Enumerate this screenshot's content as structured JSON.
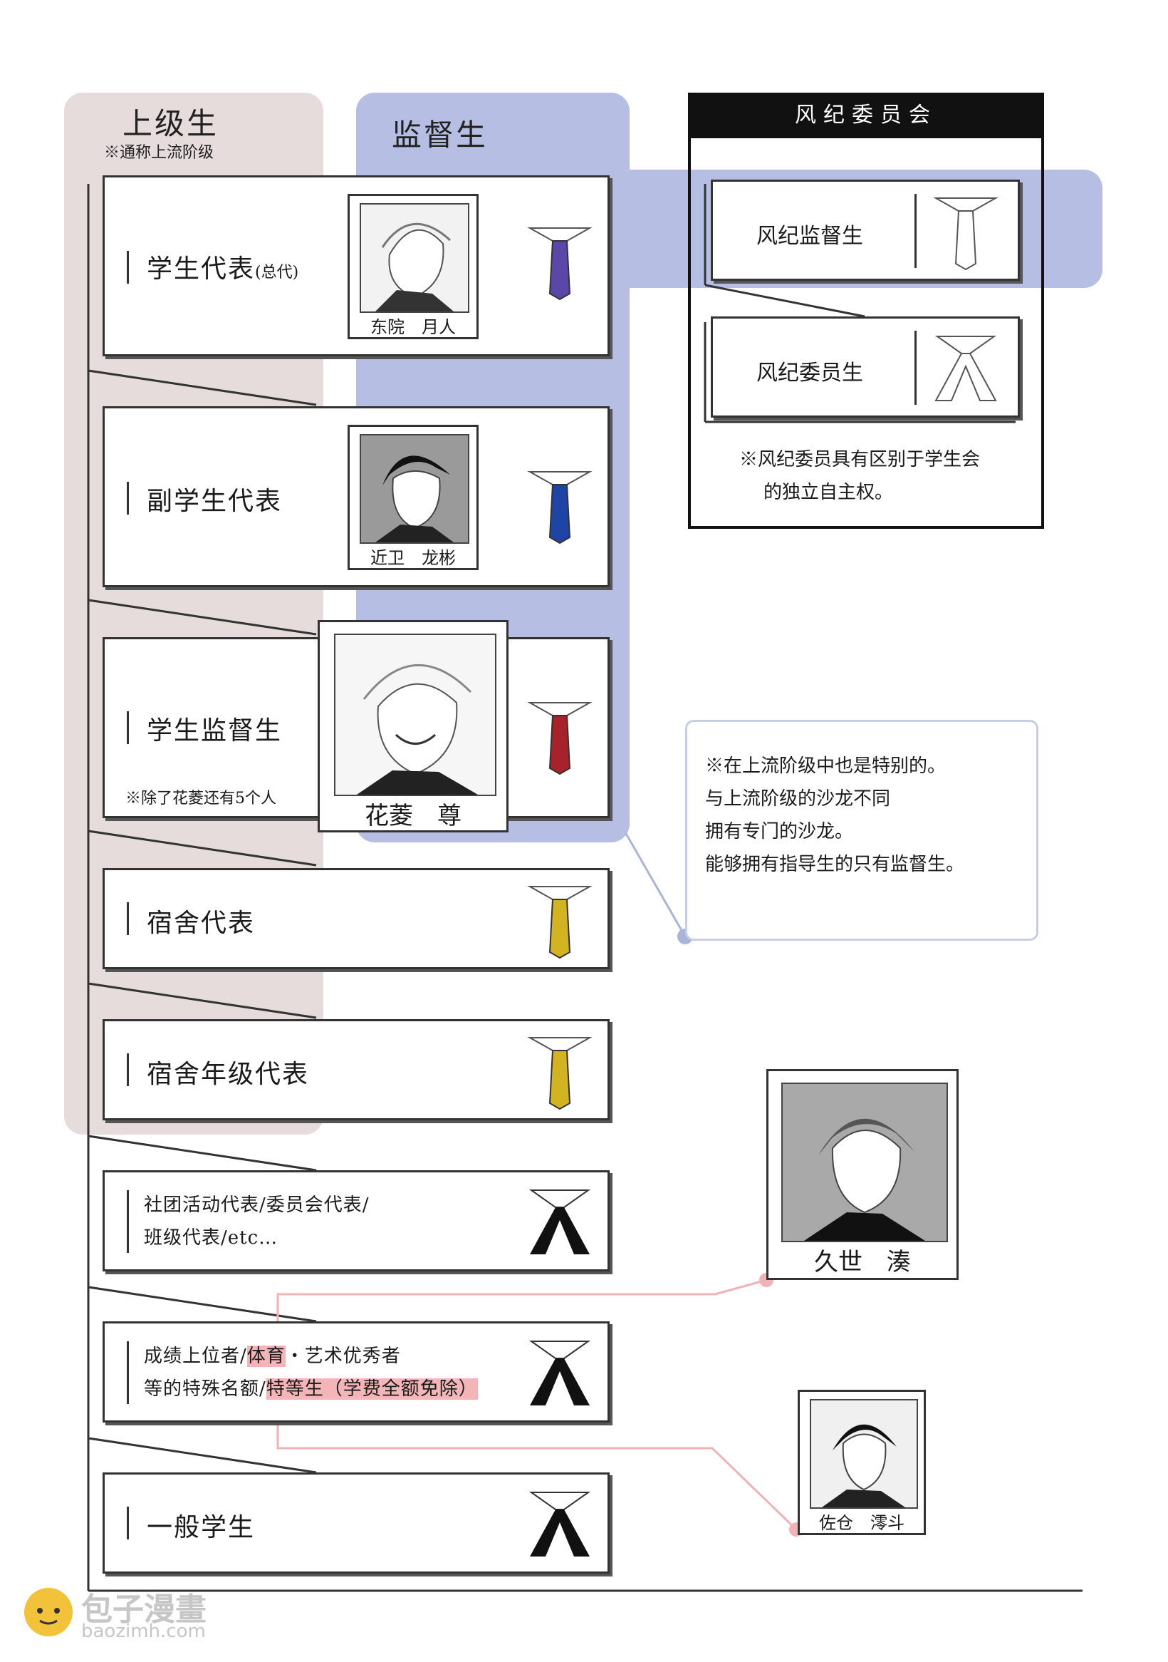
{
  "columns": {
    "upper": {
      "title": "上级生",
      "note": "※通称上流阶级"
    },
    "prefect": {
      "title": "监督生"
    }
  },
  "ranks": [
    {
      "label": "学生代表",
      "suffix": "(总代)",
      "tie_color": "#5b47a8",
      "tie_style": "tie"
    },
    {
      "label": "副学生代表",
      "tie_color": "#1e45a6",
      "tie_style": "tie"
    },
    {
      "label": "学生监督生",
      "note": "※除了花菱还有5个人",
      "tie_color": "#a8222c",
      "tie_style": "tie"
    },
    {
      "label": "宿舍代表",
      "tie_color": "#d2b422",
      "tie_style": "tie"
    },
    {
      "label": "宿舍年级代表",
      "tie_color": "#d2b422",
      "tie_style": "tie"
    },
    {
      "line1": "社团活动代表/委员会代表/",
      "line2": "班级代表/etc…",
      "tie_color": "#111111",
      "tie_style": "bow"
    },
    {
      "line1_a": "成绩上位者/",
      "line1_hl": "体育",
      "line1_b": "・艺术优秀者",
      "line2_a": "等的特殊名额/",
      "line2_hl": "特等生（学费全额免除）",
      "tie_color": "#111111",
      "tie_style": "bow"
    },
    {
      "label": "一般学生",
      "tie_color": "#111111",
      "tie_style": "bow"
    }
  ],
  "portraits": {
    "tsukito": {
      "name": "东院　月人"
    },
    "tatsuhiko": {
      "name": "近卫　龙彬"
    },
    "takeru": {
      "name": "花菱　尊"
    },
    "minato": {
      "name": "久世　湊"
    },
    "saku": {
      "name": "佐仓　澪斗"
    }
  },
  "disciplinary": {
    "title": "风纪委员会",
    "ranks": [
      {
        "label": "风纪监督生",
        "tie_style": "tie-outline"
      },
      {
        "label": "风纪委员生",
        "tie_style": "bow-outline"
      }
    ],
    "note_line1": "※风纪委员具有区别于学生会",
    "note_line2": "的独立自主权。"
  },
  "callout": {
    "lines": [
      "※在上流阶级中也是特别的。",
      "与上流阶级的沙龙不同",
      "拥有专门的沙龙。",
      "能够拥有指导生的只有监督生。"
    ]
  },
  "watermark": {
    "title": "包子漫畫",
    "url": "baozimh.com"
  },
  "colors": {
    "upper_bg": "#e6dcdc",
    "prefect_bg": "#b6bfe3",
    "highlight": "#f4b5b9",
    "connector_pink": "#efb3b6",
    "connector_blue": "#aab4d8"
  }
}
